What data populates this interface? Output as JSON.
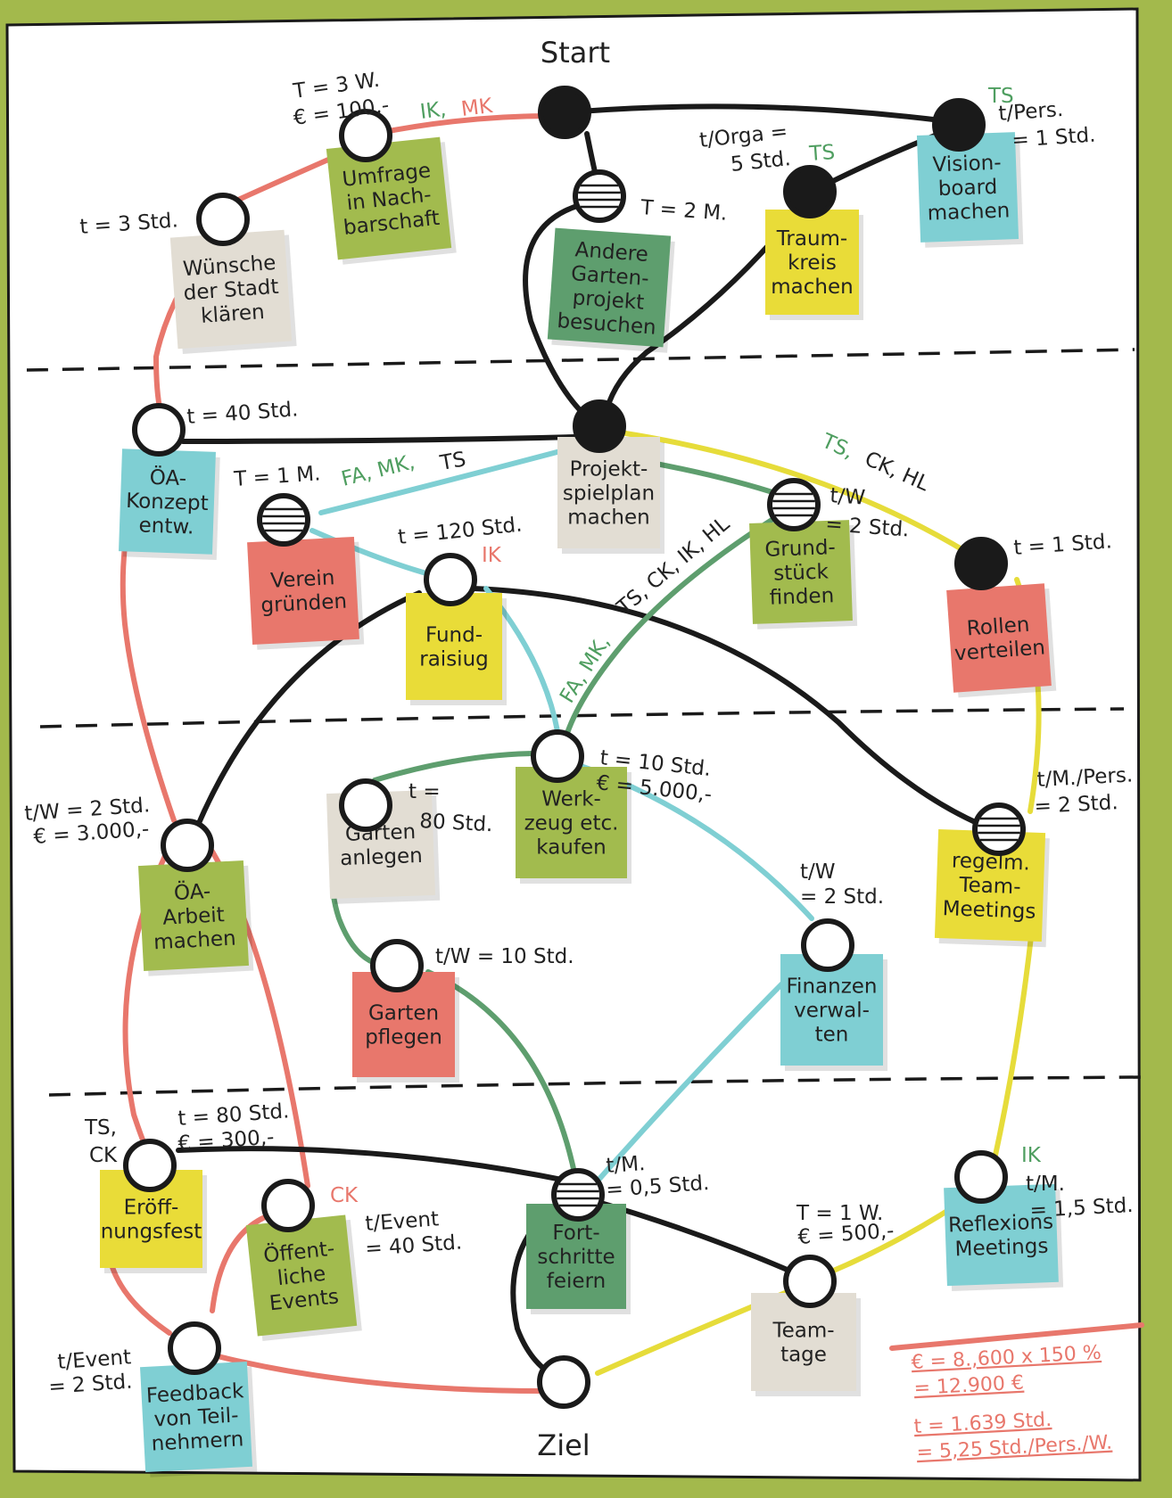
{
  "colors": {
    "pink": "#e8776c",
    "teal": "#7fcfd3",
    "green": "#5e9e6e",
    "yellow": "#e6dc3a",
    "black": "#1a1a1a"
  },
  "start": "Start",
  "goal": "Ziel",
  "notes": [
    {
      "text": "Umfrage|in Nach-|barschaft",
      "color": "#a2bb4e"
    },
    {
      "text": "Wünsche|der Stadt|klären",
      "color": "#e2ddd3"
    },
    {
      "text": "Andere|Garten-|projekt|besuchen",
      "color": "#5e9e6e"
    },
    {
      "text": "Traum-|kreis|machen",
      "color": "#e9dc38"
    },
    {
      "text": "Vision-|board|machen",
      "color": "#7fcfd3"
    },
    {
      "text": "ÖA-|Konzept|entw.",
      "color": "#7fcfd3"
    },
    {
      "text": "Projekt-|spielplan|machen",
      "color": "#e2ddd3"
    },
    {
      "text": "Verein|gründen",
      "color": "#e8776c"
    },
    {
      "text": "Fund-|raisiug",
      "color": "#e9dc38"
    },
    {
      "text": "Grund-|stück|finden",
      "color": "#a2bb4e"
    },
    {
      "text": "Rollen|verteilen",
      "color": "#e8776c"
    },
    {
      "text": "Garten|anlegen",
      "color": "#e2ddd3"
    },
    {
      "text": "Werk-|zeug etc.|kaufen",
      "color": "#a2bb4e"
    },
    {
      "text": "ÖA-|Arbeit|machen",
      "color": "#a2bb4e"
    },
    {
      "text": "regelm.|Team-|Meetings",
      "color": "#e9dc38"
    },
    {
      "text": "Garten|pflegen",
      "color": "#e8776c"
    },
    {
      "text": "Finanzen|verwal-|ten",
      "color": "#7fcfd3"
    },
    {
      "text": "Eröff-|nungsfest",
      "color": "#e9dc38"
    },
    {
      "text": "Öffent-|liche|Events",
      "color": "#a2bb4e"
    },
    {
      "text": "Fort-|schritte|feiern",
      "color": "#5e9e6e"
    },
    {
      "text": "Team-|tage",
      "color": "#e2ddd3"
    },
    {
      "text": "Reflexions|Meetings",
      "color": "#7fcfd3"
    },
    {
      "text": "Feedback|von Teil-|nehmern",
      "color": "#7fcfd3"
    }
  ],
  "labels": [
    {
      "text": "T = 3 W.",
      "cls": "lbl"
    },
    {
      "text": "€ = 100,-",
      "cls": "lbl"
    },
    {
      "text": "IK,",
      "cls": "lblg"
    },
    {
      "text": "MK",
      "cls": "lblr"
    },
    {
      "text": "t = 3 Std.",
      "cls": "lbl"
    },
    {
      "text": "T = 2 M.",
      "cls": "lbl"
    },
    {
      "text": "t/Orga =",
      "cls": "lbl"
    },
    {
      "text": "5 Std.",
      "cls": "lbl"
    },
    {
      "text": "TS",
      "cls": "lblg"
    },
    {
      "text": "TS",
      "cls": "lblg"
    },
    {
      "text": "t/Pers.",
      "cls": "lbl"
    },
    {
      "text": "= 1 Std.",
      "cls": "lbl"
    },
    {
      "text": "t = 40 Std.",
      "cls": "lbl"
    },
    {
      "text": "T = 1 M.",
      "cls": "lbl"
    },
    {
      "text": "FA, MK,",
      "cls": "lblg"
    },
    {
      "text": "TS",
      "cls": "lblk"
    },
    {
      "text": "t = 120 Std.",
      "cls": "lbl"
    },
    {
      "text": "IK",
      "cls": "lblr"
    },
    {
      "text": "TS,",
      "cls": "lblg"
    },
    {
      "text": "CK, HL",
      "cls": "lblk"
    },
    {
      "text": "t/W",
      "cls": "lbl"
    },
    {
      "text": "= 2 Std.",
      "cls": "lbl"
    },
    {
      "text": "t = 1 Std.",
      "cls": "lbl"
    },
    {
      "text": "FA, MK,",
      "cls": "lblg"
    },
    {
      "text": "TS, CK, IK, HL",
      "cls": "lblk"
    },
    {
      "text": "t = 10 Std.",
      "cls": "lbl"
    },
    {
      "text": "€ = 5.000,-",
      "cls": "lbl"
    },
    {
      "text": "t =",
      "cls": "lbl"
    },
    {
      "text": "80 Std.",
      "cls": "lbl"
    },
    {
      "text": "t/W = 2 Std.",
      "cls": "lbl"
    },
    {
      "text": "€ = 3.000,-",
      "cls": "lbl"
    },
    {
      "text": "t/M./Pers.",
      "cls": "lbl"
    },
    {
      "text": "= 2 Std.",
      "cls": "lbl"
    },
    {
      "text": "t/W",
      "cls": "lbl"
    },
    {
      "text": "= 2 Std.",
      "cls": "lbl"
    },
    {
      "text": "t/W = 10 Std.",
      "cls": "lbl"
    },
    {
      "text": "TS,",
      "cls": "lblk"
    },
    {
      "text": "CK",
      "cls": "lblk"
    },
    {
      "text": "t = 80 Std.",
      "cls": "lbl"
    },
    {
      "text": "€ = 300,-",
      "cls": "lbl"
    },
    {
      "text": "CK",
      "cls": "lblr"
    },
    {
      "text": "t/Event",
      "cls": "lbl"
    },
    {
      "text": "= 40 Std.",
      "cls": "lbl"
    },
    {
      "text": "t/M.",
      "cls": "lbl"
    },
    {
      "text": "= 0,5 Std.",
      "cls": "lbl"
    },
    {
      "text": "T = 1 W.",
      "cls": "lbl"
    },
    {
      "text": "€ = 500,-",
      "cls": "lbl"
    },
    {
      "text": "IK",
      "cls": "lblg"
    },
    {
      "text": "t/M.",
      "cls": "lbl"
    },
    {
      "text": "= 1,5 Std.",
      "cls": "lbl"
    },
    {
      "text": "t/Event",
      "cls": "lbl"
    },
    {
      "text": "= 2 Std.",
      "cls": "lbl"
    }
  ],
  "summary": {
    "line1": "€ = 8.,600 x 150 %",
    "line2": "= 12.900 €",
    "line3": "t = 1.639 Std.",
    "line4": "= 5,25 Std./Pers./W."
  }
}
